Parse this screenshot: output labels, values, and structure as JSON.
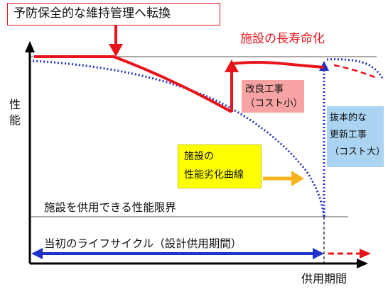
{
  "labels": {
    "transition": "予防保全的な維持管理へ転換",
    "life_extension": "施設の長寿命化",
    "improvement_line1": "改良工事",
    "improvement_line2": "（コスト小）",
    "renewal_line1": "抜本的な",
    "renewal_line2": "更新工事",
    "renewal_line3": "（コスト大）",
    "curve_line1": "施設の",
    "curve_line2": "性能劣化曲線",
    "limit": "施設を供用できる性能限界",
    "lifecycle": "当初のライフサイクル（設計供用期間）",
    "y_axis": [
      "性",
      "能"
    ],
    "x_axis": "供用期間"
  },
  "colors": {
    "red": "#e8141b",
    "blue": "#1f33c9",
    "pink_box": "#f7a3a3",
    "yellow_box": "#ffff00",
    "blue_box": "#aad4f2",
    "orange_arrow": "#f5b21c",
    "gray_line": "#777777",
    "transition_border": "#e8141b"
  }
}
